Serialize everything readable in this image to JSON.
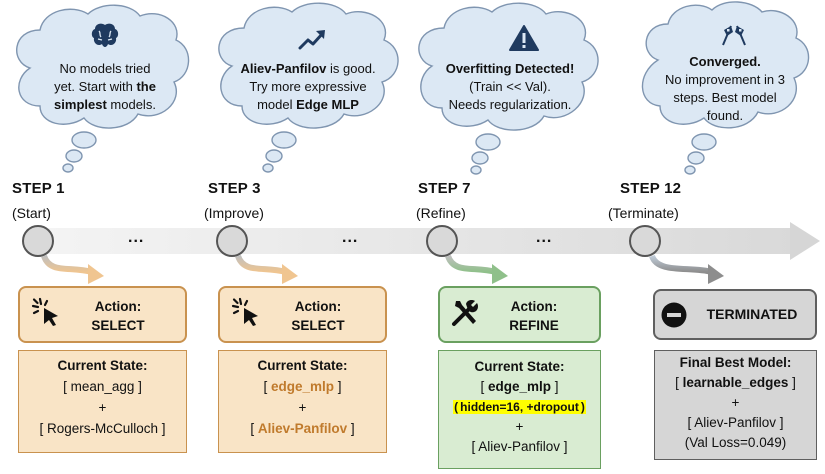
{
  "bubbles": [
    {
      "lines": [
        [
          "No models tried",
          ""
        ],
        [
          "yet. Start with ",
          "the"
        ],
        [
          "simplest",
          "",
          " models."
        ]
      ],
      "icon": "brain-icon"
    },
    {
      "icon": "trending-up-icon"
    },
    {
      "icon": "warning-icon"
    },
    {
      "icon": "checkered-flags-icon"
    }
  ],
  "bubble1": {
    "l1": "No models tried",
    "l2a": "yet. Start with ",
    "l2b": "the",
    "l3a": "simplest",
    "l3b": " models."
  },
  "bubble2": {
    "l1a": "Aliev-Panfilov",
    "l1b": " is good.",
    "l2": "Try more expressive",
    "l3a": "model ",
    "l3b": "Edge MLP"
  },
  "bubble3": {
    "l1": "Overfitting Detected!",
    "l2": "(Train << Val).",
    "l3": "Needs regularization."
  },
  "bubble4": {
    "l1": "Converged.",
    "l2": "No improvement in 3",
    "l3": "steps. Best model",
    "l4": "found."
  },
  "steps": [
    {
      "title": "STEP 1",
      "sub": "(Start)"
    },
    {
      "title": "STEP 3",
      "sub": "(Improve)"
    },
    {
      "title": "STEP 7",
      "sub": "(Refine)"
    },
    {
      "title": "STEP 12",
      "sub": "(Terminate)"
    }
  ],
  "ellipsis": "...",
  "cards": [
    {
      "action": "Action:",
      "verb": "SELECT",
      "icon": "cursor-click-icon",
      "state_title": "Current State:",
      "a": "[ mean_agg ]",
      "plus": "+",
      "b": "[ Rogers-McCulloch ]"
    },
    {
      "action": "Action:",
      "verb": "SELECT",
      "icon": "cursor-click-icon",
      "state_title": "Current State:",
      "a_pre": "[ ",
      "a_mid": "edge_mlp",
      "a_post": " ]",
      "plus": "+",
      "b_pre": "[ ",
      "b_mid": "Aliev-Panfilov",
      "b_post": " ]"
    },
    {
      "action": "Action:",
      "verb": "REFINE",
      "icon": "tools-icon",
      "state_title": "Current State:",
      "a_pre": "[ ",
      "a_mid": "edge_mlp",
      "a_post": " ]",
      "hp_pre": "(",
      "hp": "hidden=16, +dropout",
      "hp_post": ")",
      "plus": "+",
      "b": "[ Aliev-Panfilov ]"
    },
    {
      "verb": "TERMINATED",
      "icon": "stop-icon",
      "state_title": "Final Best Model:",
      "a_pre": "[ ",
      "a_mid": "learnable_edges",
      "a_post": " ]",
      "plus": "+",
      "b": "[ Aliev-Panfilov ]",
      "c": "(Val Loss=0.049)"
    }
  ],
  "colors": {
    "orange_fill": "#f9e4c6",
    "orange_border": "#c9924f",
    "green_fill": "#d9ecd2",
    "green_border": "#6aa060",
    "gray_fill": "#d6d6d6",
    "gray_border": "#5f5f5f",
    "bubble_fill": "#dce8f4",
    "bubble_border": "#7f95b0",
    "accent_text": "#c07a2c",
    "highlight": "#ffff00"
  }
}
